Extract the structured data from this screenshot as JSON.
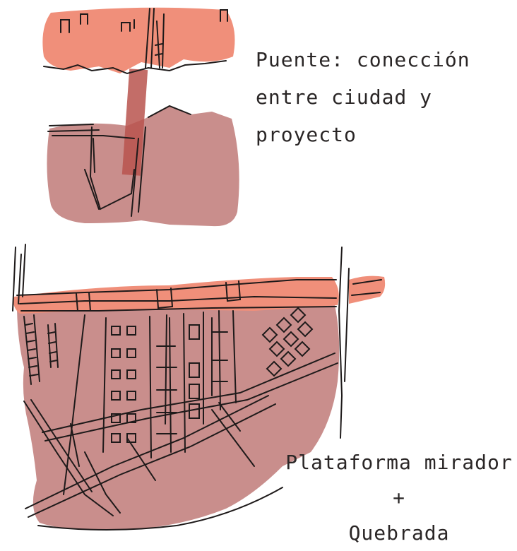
{
  "captions": {
    "top": {
      "lines": [
        "Puente: conección",
        "entre ciudad y",
        "proyecto"
      ]
    },
    "bottom": {
      "lines": [
        "Plataforma mirador",
        "+",
        "Quebrada"
      ]
    }
  },
  "colors": {
    "salmon": "#f08f7a",
    "mauve": "#c98e8c",
    "bridge": "#b9534d",
    "ink": "#1e1a1a",
    "background": "#ffffff"
  }
}
